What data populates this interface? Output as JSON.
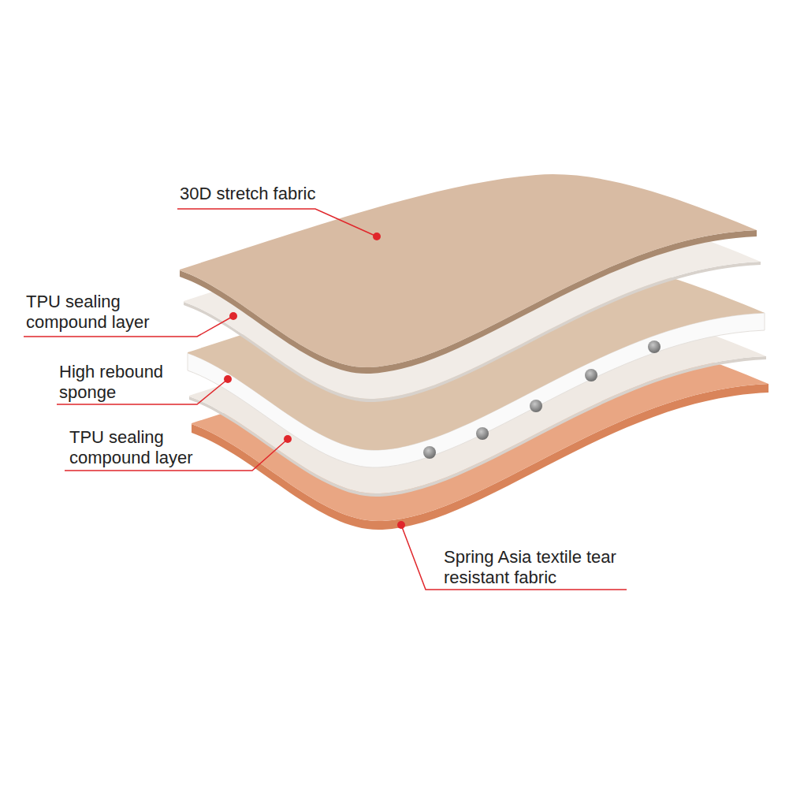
{
  "diagram": {
    "labels": [
      "30D stretch fabric",
      "TPU sealing compound layer",
      "High rebound sponge",
      "TPU sealing compound layer",
      "Spring Asia textile tear resistant fabric"
    ]
  }
}
